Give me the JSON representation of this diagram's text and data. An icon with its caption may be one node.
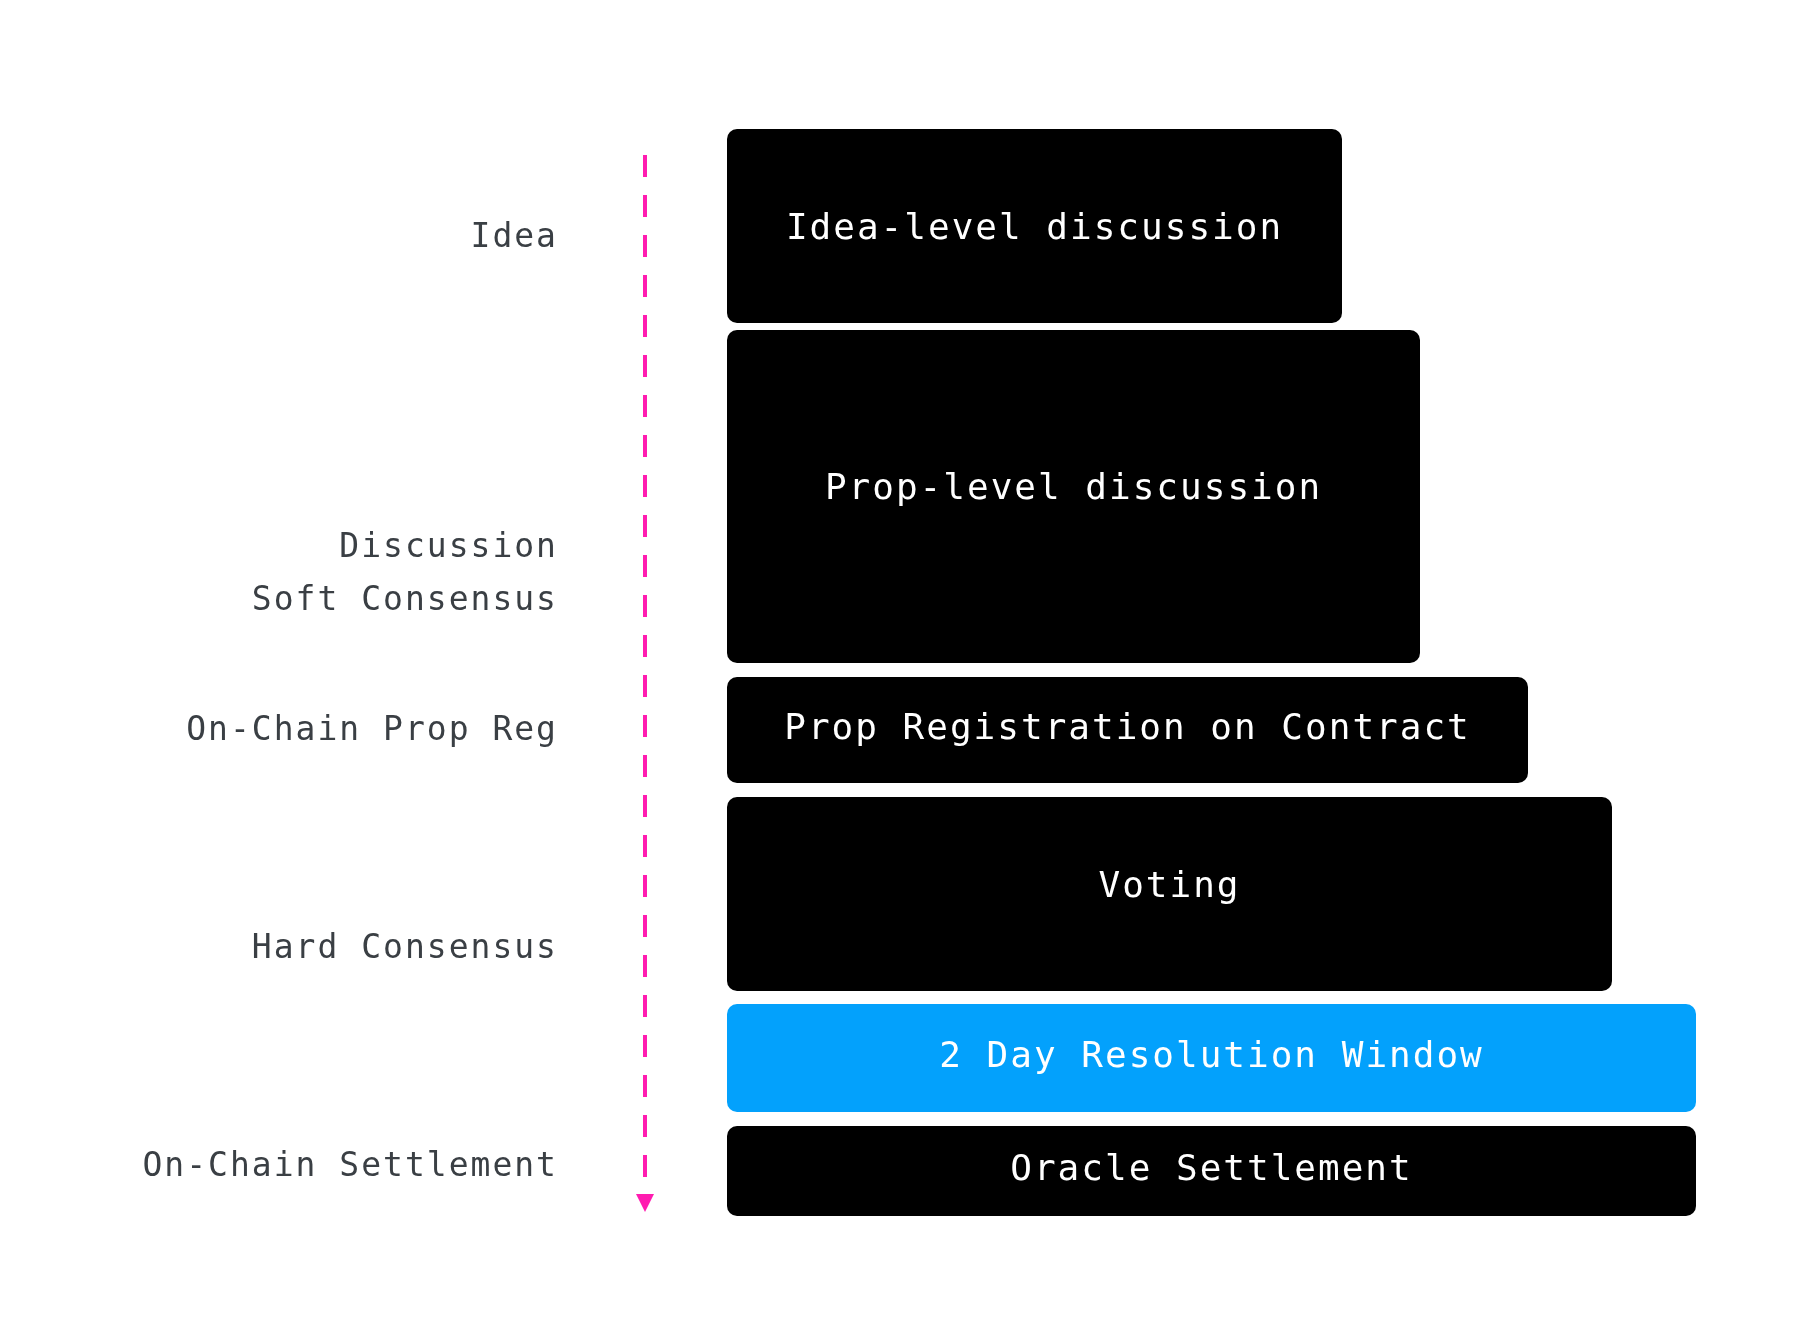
{
  "diagram": {
    "nodes": [
      {
        "text": [
          "Idea-level discussion"
        ]
      },
      {
        "text": [
          "Prop-level discussion"
        ]
      },
      {
        "text": [
          "Prop Registration on Contract"
        ]
      },
      {
        "text": [
          "Voting"
        ]
      },
      {
        "text": [
          "2 Day Resolution Window"
        ]
      },
      {
        "text": [
          "Oracle Settlement"
        ]
      }
    ],
    "edges": [],
    "labels": [
      "Idea",
      "Discussion",
      "Soft Consensus",
      "On-Chain Prop Reg",
      "Hard Consensus",
      "On-Chain Settlement"
    ]
  }
}
